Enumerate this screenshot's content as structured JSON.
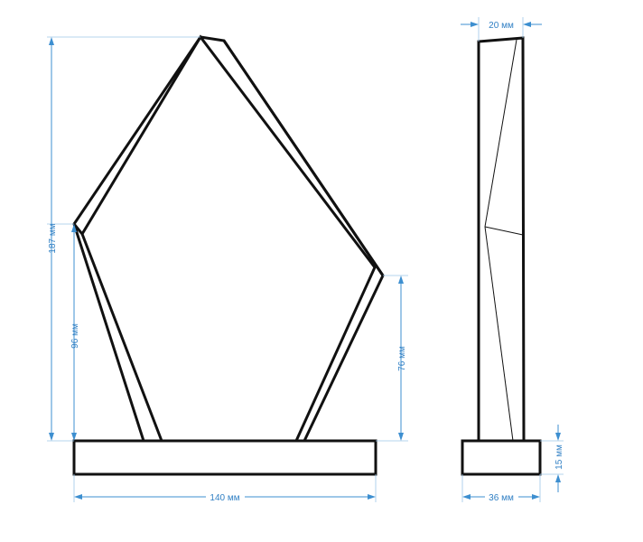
{
  "dimensions": {
    "total_height": "187 мм",
    "left_height": "96 мм",
    "right_height": "76 мм",
    "base_width": "140 мм",
    "top_thickness": "20 мм",
    "base_depth": "36 мм",
    "base_height": "15 мм"
  },
  "colors": {
    "outline": "#111111",
    "dimension": "#3d8fd0",
    "text": "#2f7fc4"
  }
}
